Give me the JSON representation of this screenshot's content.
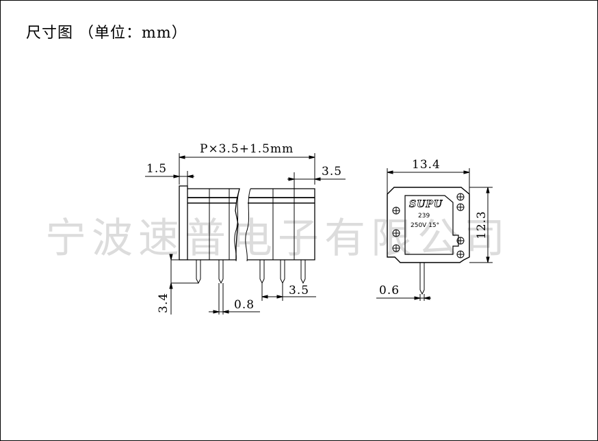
{
  "title": "尺寸图 （单位：mm）",
  "watermark": "宁波速普电子有限公司",
  "front_view": {
    "dim_pitch_formula": "P×3.5+1.5mm",
    "dim_left_offset": "1.5",
    "dim_right_pitch": "3.5",
    "dim_pin_length": "3.4",
    "dim_pin_width": "0.8",
    "dim_pin_pitch": "3.5"
  },
  "side_view": {
    "dim_width": "13.4",
    "dim_height": "12.3",
    "dim_pin": "0.6",
    "brand": "SUPU",
    "model": "239",
    "rating": "250V 15°"
  }
}
